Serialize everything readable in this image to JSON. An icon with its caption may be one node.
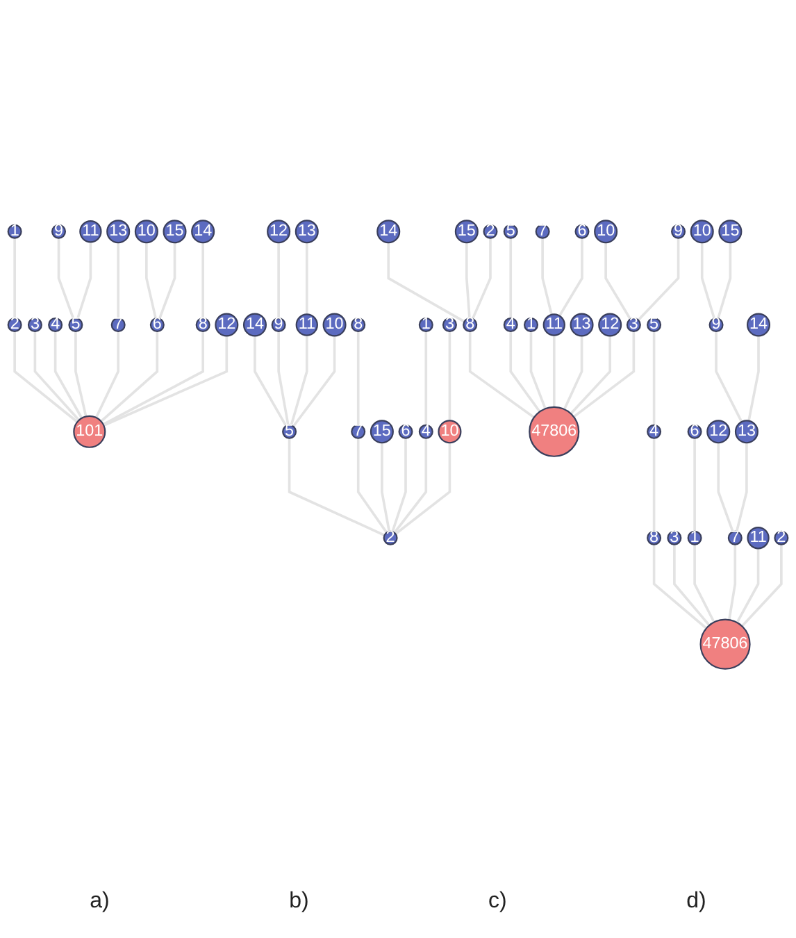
{
  "diagram": {
    "nodes": [
      {
        "text": [
          "1"
        ]
      },
      {
        "text": [
          "9"
        ]
      },
      {
        "text": [
          "11"
        ]
      },
      {
        "text": [
          "13"
        ]
      },
      {
        "text": [
          "10"
        ]
      },
      {
        "text": [
          "15"
        ]
      },
      {
        "text": [
          "14"
        ]
      },
      {
        "text": [
          "2"
        ]
      },
      {
        "text": [
          "3"
        ]
      },
      {
        "text": [
          "4"
        ]
      },
      {
        "text": [
          "5"
        ]
      },
      {
        "text": [
          "7"
        ]
      },
      {
        "text": [
          "6"
        ]
      },
      {
        "text": [
          "8"
        ]
      },
      {
        "text": [
          "12"
        ]
      },
      {
        "text": [
          "101"
        ]
      },
      {
        "text": [
          "12"
        ]
      },
      {
        "text": [
          "13"
        ]
      },
      {
        "text": [
          "14"
        ]
      },
      {
        "text": [
          "9"
        ]
      },
      {
        "text": [
          "11"
        ]
      },
      {
        "text": [
          "10"
        ]
      },
      {
        "text": [
          "8"
        ]
      },
      {
        "text": [
          "1"
        ]
      },
      {
        "text": [
          "3"
        ]
      },
      {
        "text": [
          "5"
        ]
      },
      {
        "text": [
          "7"
        ]
      },
      {
        "text": [
          "15"
        ]
      },
      {
        "text": [
          "6"
        ]
      },
      {
        "text": [
          "4"
        ]
      },
      {
        "text": [
          "10"
        ]
      },
      {
        "text": [
          "2"
        ]
      },
      {
        "text": [
          "14"
        ]
      },
      {
        "text": [
          "15"
        ]
      },
      {
        "text": [
          "2"
        ]
      },
      {
        "text": [
          "5"
        ]
      },
      {
        "text": [
          "7"
        ]
      },
      {
        "text": [
          "6"
        ]
      },
      {
        "text": [
          "10"
        ]
      },
      {
        "text": [
          "9"
        ]
      },
      {
        "text": [
          "8"
        ]
      },
      {
        "text": [
          "4"
        ]
      },
      {
        "text": [
          "1"
        ]
      },
      {
        "text": [
          "11"
        ]
      },
      {
        "text": [
          "13"
        ]
      },
      {
        "text": [
          "12"
        ]
      },
      {
        "text": [
          "3"
        ]
      },
      {
        "text": [
          "47806"
        ]
      },
      {
        "text": [
          "10"
        ]
      },
      {
        "text": [
          "15"
        ]
      },
      {
        "text": [
          "5"
        ]
      },
      {
        "text": [
          "9"
        ]
      },
      {
        "text": [
          "14"
        ]
      },
      {
        "text": [
          "4"
        ]
      },
      {
        "text": [
          "6"
        ]
      },
      {
        "text": [
          "12"
        ]
      },
      {
        "text": [
          "13"
        ]
      },
      {
        "text": [
          "8"
        ]
      },
      {
        "text": [
          "3"
        ]
      },
      {
        "text": [
          "1"
        ]
      },
      {
        "text": [
          "7"
        ]
      },
      {
        "text": [
          "11"
        ]
      },
      {
        "text": [
          "2"
        ]
      },
      {
        "text": [
          "47806"
        ]
      }
    ],
    "edges": [
      {
        "from": 0,
        "to": 7,
        "arrow": "none"
      },
      {
        "from": 1,
        "to": 10,
        "arrow": "none"
      },
      {
        "from": 2,
        "to": 10,
        "arrow": "none"
      },
      {
        "from": 3,
        "to": 11,
        "arrow": "none"
      },
      {
        "from": 4,
        "to": 12,
        "arrow": "none"
      },
      {
        "from": 5,
        "to": 12,
        "arrow": "none"
      },
      {
        "from": 6,
        "to": 13,
        "arrow": "none"
      },
      {
        "from": 7,
        "to": 15,
        "arrow": "none"
      },
      {
        "from": 8,
        "to": 15,
        "arrow": "none"
      },
      {
        "from": 9,
        "to": 15,
        "arrow": "none"
      },
      {
        "from": 10,
        "to": 15,
        "arrow": "none"
      },
      {
        "from": 11,
        "to": 15,
        "arrow": "none"
      },
      {
        "from": 12,
        "to": 15,
        "arrow": "none"
      },
      {
        "from": 13,
        "to": 15,
        "arrow": "none"
      },
      {
        "from": 14,
        "to": 15,
        "arrow": "none"
      },
      {
        "from": 16,
        "to": 19,
        "arrow": "none"
      },
      {
        "from": 17,
        "to": 20,
        "arrow": "none"
      },
      {
        "from": 18,
        "to": 25,
        "arrow": "none"
      },
      {
        "from": 19,
        "to": 25,
        "arrow": "none"
      },
      {
        "from": 20,
        "to": 25,
        "arrow": "none"
      },
      {
        "from": 21,
        "to": 25,
        "arrow": "none"
      },
      {
        "from": 22,
        "to": 26,
        "arrow": "none"
      },
      {
        "from": 23,
        "to": 29,
        "arrow": "none"
      },
      {
        "from": 24,
        "to": 30,
        "arrow": "none"
      },
      {
        "from": 25,
        "to": 31,
        "arrow": "none"
      },
      {
        "from": 26,
        "to": 31,
        "arrow": "none"
      },
      {
        "from": 27,
        "to": 31,
        "arrow": "none"
      },
      {
        "from": 28,
        "to": 31,
        "arrow": "none"
      },
      {
        "from": 29,
        "to": 31,
        "arrow": "none"
      },
      {
        "from": 30,
        "to": 31,
        "arrow": "none"
      },
      {
        "from": 32,
        "to": 40,
        "arrow": "none"
      },
      {
        "from": 33,
        "to": 40,
        "arrow": "none"
      },
      {
        "from": 34,
        "to": 40,
        "arrow": "none"
      },
      {
        "from": 35,
        "to": 41,
        "arrow": "none"
      },
      {
        "from": 36,
        "to": 43,
        "arrow": "none"
      },
      {
        "from": 37,
        "to": 43,
        "arrow": "none"
      },
      {
        "from": 38,
        "to": 46,
        "arrow": "none"
      },
      {
        "from": 39,
        "to": 46,
        "arrow": "none"
      },
      {
        "from": 40,
        "to": 47,
        "arrow": "none"
      },
      {
        "from": 41,
        "to": 47,
        "arrow": "none"
      },
      {
        "from": 42,
        "to": 47,
        "arrow": "none"
      },
      {
        "from": 43,
        "to": 47,
        "arrow": "none"
      },
      {
        "from": 44,
        "to": 47,
        "arrow": "none"
      },
      {
        "from": 45,
        "to": 47,
        "arrow": "none"
      },
      {
        "from": 46,
        "to": 47,
        "arrow": "none"
      },
      {
        "from": 48,
        "to": 51,
        "arrow": "none"
      },
      {
        "from": 49,
        "to": 51,
        "arrow": "none"
      },
      {
        "from": 51,
        "to": 56,
        "arrow": "none"
      },
      {
        "from": 52,
        "to": 56,
        "arrow": "none"
      },
      {
        "from": 50,
        "to": 53,
        "arrow": "none"
      },
      {
        "from": 53,
        "to": 57,
        "arrow": "none"
      },
      {
        "from": 54,
        "to": 59,
        "arrow": "none"
      },
      {
        "from": 55,
        "to": 60,
        "arrow": "none"
      },
      {
        "from": 56,
        "to": 60,
        "arrow": "none"
      },
      {
        "from": 57,
        "to": 63,
        "arrow": "none"
      },
      {
        "from": 58,
        "to": 63,
        "arrow": "none"
      },
      {
        "from": 59,
        "to": 63,
        "arrow": "none"
      },
      {
        "from": 60,
        "to": 63,
        "arrow": "none"
      },
      {
        "from": 61,
        "to": 63,
        "arrow": "none"
      },
      {
        "from": 62,
        "to": 63,
        "arrow": "none"
      }
    ],
    "labels": [
      "a)",
      "b)",
      "c)",
      "d)"
    ]
  }
}
